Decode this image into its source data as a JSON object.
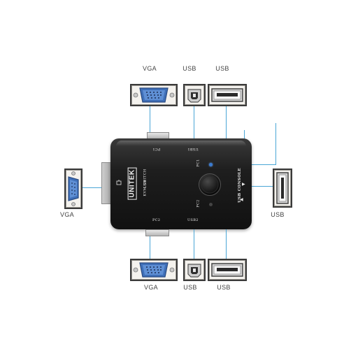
{
  "labels": {
    "top_vga": "VGA",
    "top_usb_b": "USB",
    "top_usb_a": "USB",
    "left_vga": "VGA",
    "right_usb": "USB",
    "bottom_vga": "VGA",
    "bottom_usb_b": "USB",
    "bottom_usb_a": "USB"
  },
  "device": {
    "brand": "UNITEK",
    "model_line1": "KVM SWITCH",
    "model_line2": "USB",
    "pc1_top": "PC1",
    "usb1": "USB1",
    "pc2_bottom": "PC2",
    "usb2": "USB2",
    "usb_console": "USB CONSOLE",
    "led_pc1": "PC1",
    "led_pc2": "PC2"
  },
  "colors": {
    "line": "#4aa6d6",
    "vga_body": "#3f6fb8",
    "device_body": "#1a1a1a"
  },
  "icons": {
    "vga": "vga-port-icon",
    "usb_b": "usb-b-port-icon",
    "usb_a": "usb-a-port-icon",
    "switch_button": "switch-button-icon"
  }
}
